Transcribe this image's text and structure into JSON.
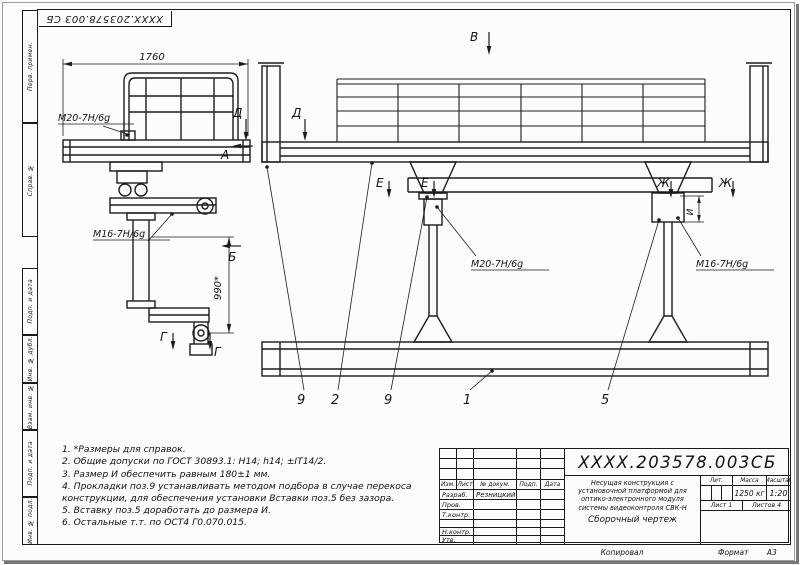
{
  "doc": {
    "designation_inverted": "ХХХХ.203578.003 СБ"
  },
  "margin_fields": [
    {
      "label": "Перв. примен."
    },
    {
      "label": "Справ. №"
    },
    {
      "label": "Подп. и дата"
    },
    {
      "label": "Инв. № дубл."
    },
    {
      "label": "Взам. инв. №"
    },
    {
      "label": "Подп. и дата"
    },
    {
      "label": "Инв. № подл."
    }
  ],
  "drawing": {
    "dim_length": "1760",
    "dim_height": "990*",
    "dim_i": "И",
    "thread_m20": "М20-7Н/6g",
    "thread_m16": "М16-7Н/6g",
    "view_a": "А",
    "view_b": "Б",
    "view_v": "В",
    "view_g": "Г",
    "view_d": "Д",
    "view_e": "Е",
    "view_zh": "Ж",
    "pos_9": "9",
    "pos_2": "2",
    "pos_1": "1",
    "pos_5": "5"
  },
  "notes": [
    "1. *Размеры для справок.",
    "2. Общие допуски по ГОСТ 30893.1: Н14; h14; ±IT14/2.",
    "3. Размер И обеспечить равным 180±1 мм.",
    "4. Прокладки поз.9 устанавливать методом подбора в случае перекоса конструкции, для обеспечения установки Вставки поз.5 без зазора.",
    "5. Вставку поз.5 доработать до размера И.",
    "6. Остальные т.т. по ОСТ4 Г0.070.015."
  ],
  "title_block": {
    "designation": "ХХХХ.203578.003СБ",
    "product_name": "Несущая конструкция с установочной платформой для оптико-электронного модуля системы видеоконтроля СВК-Н",
    "doc_type": "Сборочный чертеж",
    "cols": {
      "izm": "Изм.",
      "list": "Лист",
      "doc": "№ докум.",
      "podp": "Подп.",
      "date": "Дата"
    },
    "rows": [
      {
        "role": "Разраб.",
        "name": "Резницкий"
      },
      {
        "role": "Пров.",
        "name": ""
      },
      {
        "role": "Т.контр.",
        "name": ""
      },
      {
        "role": "",
        "name": ""
      },
      {
        "role": "Н.контр.",
        "name": ""
      },
      {
        "role": "Утв.",
        "name": ""
      }
    ],
    "lit_label": "Лит.",
    "mass_label": "Масса",
    "scale_label": "Масштаб",
    "mass_value": "1250 кг",
    "scale_value": "1:20",
    "sheet_label": "Лист",
    "sheet_value": "1",
    "sheets_label": "Листов",
    "sheets_value": "4"
  },
  "footer": {
    "copied": "Копировал",
    "format_label": "Формат",
    "format_value": "А3"
  }
}
